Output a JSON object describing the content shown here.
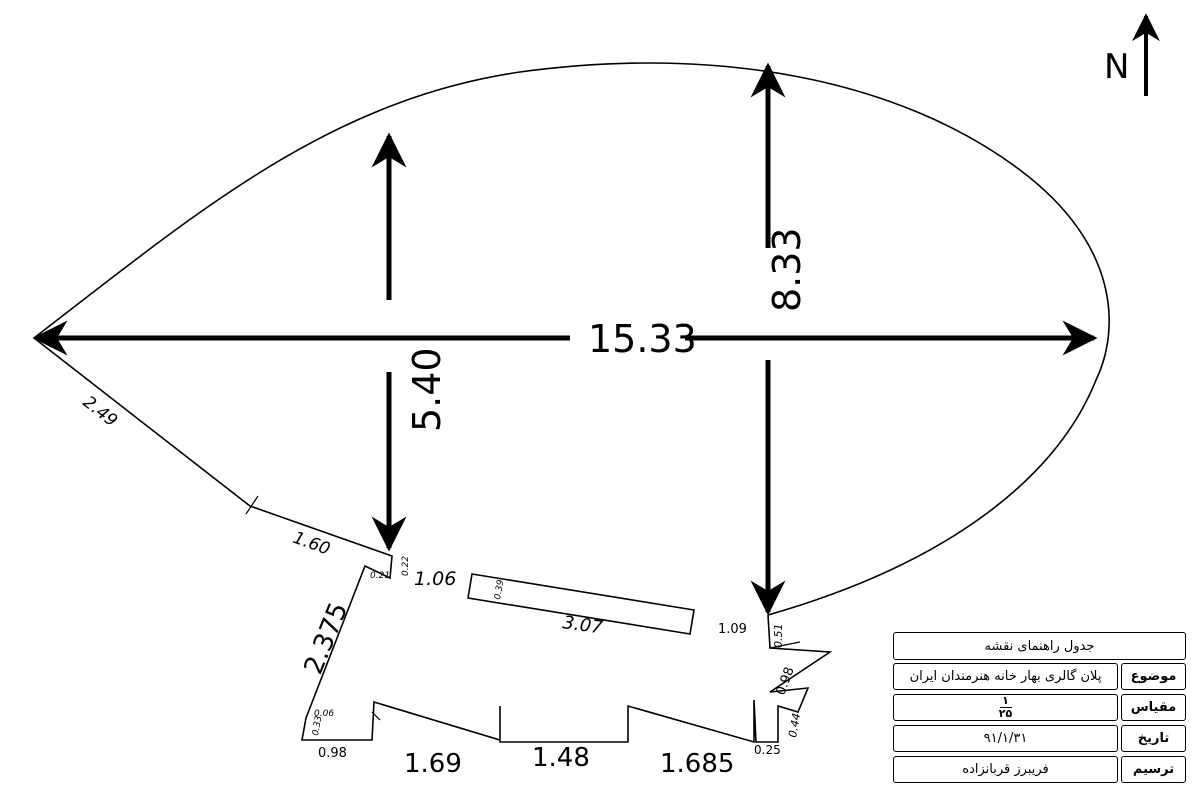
{
  "north_label": "N",
  "dimensions": {
    "width_total": "15.33",
    "height_right": "8.33",
    "height_left": "5.40",
    "edge_left_diag": "2.49",
    "edge_lower_diag": "1.60",
    "edge_step_a": "0.22",
    "edge_step_b": "0.21",
    "edge_gap": "1.06",
    "wall_length": "3.07",
    "wall_width": "0.39",
    "edge_left_wall": "2.375",
    "edge_bottom_left_a": "0.06",
    "edge_bottom_left_b": "0.33",
    "edge_bottom_left": "0.98",
    "zig_a": "1.69",
    "zig_b": "1.48",
    "zig_c": "1.685",
    "edge_right_gap": "1.09",
    "edge_right_a": "0.51",
    "edge_right_b": "0.98",
    "edge_right_c": "0.44",
    "edge_right_bottom": "0.25"
  },
  "legend": {
    "title": "جدول راهنمای نقشه",
    "rows": [
      {
        "label": "موضوع",
        "value": "پلان گالری بهار خانه هنرمندان ایران"
      },
      {
        "label": "مقیاس",
        "value_num": "۱",
        "value_den": "۲۵"
      },
      {
        "label": "تاریخ",
        "value": "۹۱/۱/۳۱"
      },
      {
        "label": "ترسیم",
        "value": "فریبرز قربانزاده"
      }
    ]
  }
}
